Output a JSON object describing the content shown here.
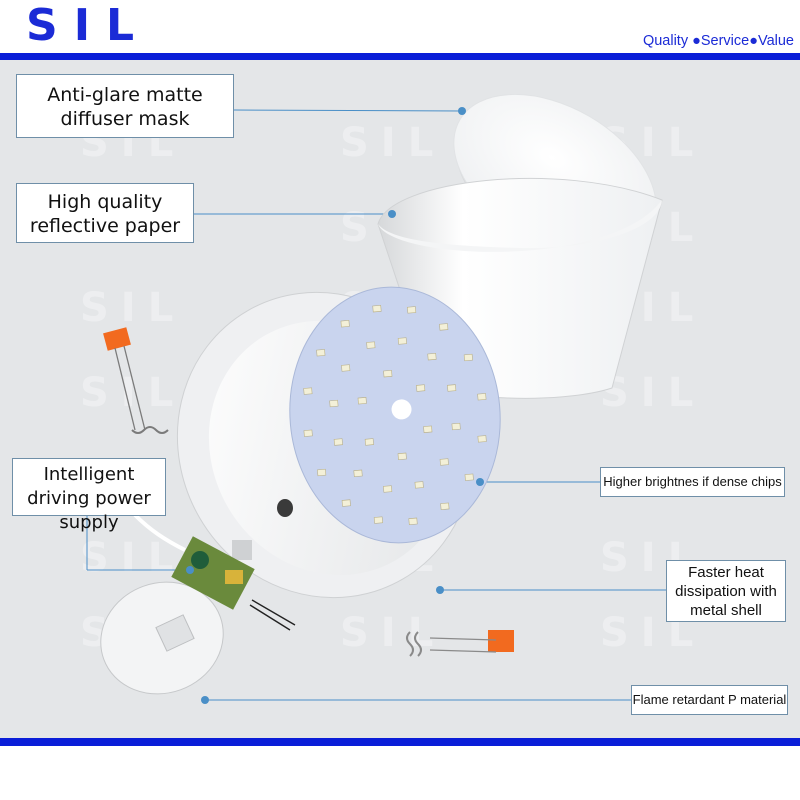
{
  "brand": {
    "logo": "SIL",
    "tagline": "Quality ●Service●Value",
    "watermark": "SIL",
    "primary_color": "#0a1ed8"
  },
  "callouts": [
    {
      "text": "Anti-glare matte diffuser mask"
    },
    {
      "text": "High quality reflective paper"
    },
    {
      "text": "Intelligent driving power supply"
    },
    {
      "text": "Higher brightnes if dense chips"
    },
    {
      "text": "Faster heat dissipation with metal shell"
    },
    {
      "text": "Flame retardant P material"
    }
  ],
  "parts": [
    "diffuser-mask",
    "reflector-ring",
    "led-board",
    "housing-shell",
    "driver-board",
    "end-cap",
    "spring-clip-left",
    "spring-clip-right"
  ]
}
